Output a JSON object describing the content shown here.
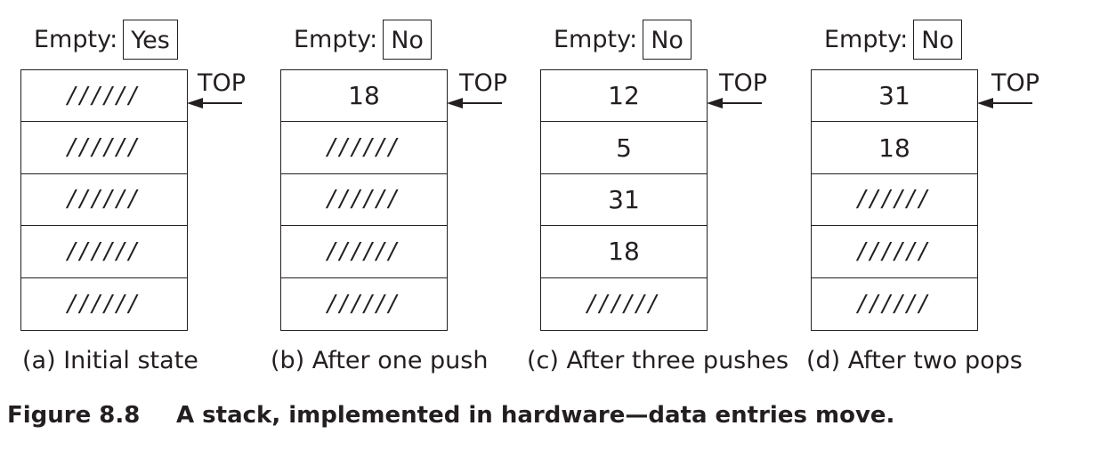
{
  "empty_label": "Empty:",
  "top_label": "TOP",
  "panels": [
    {
      "empty_value": "Yes",
      "cells": [
        "//////",
        "//////",
        "//////",
        "//////",
        "//////"
      ],
      "caption": "(a) Initial state"
    },
    {
      "empty_value": "No",
      "cells": [
        "18",
        "//////",
        "//////",
        "//////",
        "//////"
      ],
      "caption": "(b) After one push"
    },
    {
      "empty_value": "No",
      "cells": [
        "12",
        "5",
        "31",
        "18",
        "//////"
      ],
      "caption": "(c) After three pushes"
    },
    {
      "empty_value": "No",
      "cells": [
        "31",
        "18",
        "//////",
        "//////",
        "//////"
      ],
      "caption": "(d) After two pops"
    }
  ],
  "figure": {
    "number": "Figure 8.8",
    "title": "A stack, implemented in hardware—data entries move."
  }
}
